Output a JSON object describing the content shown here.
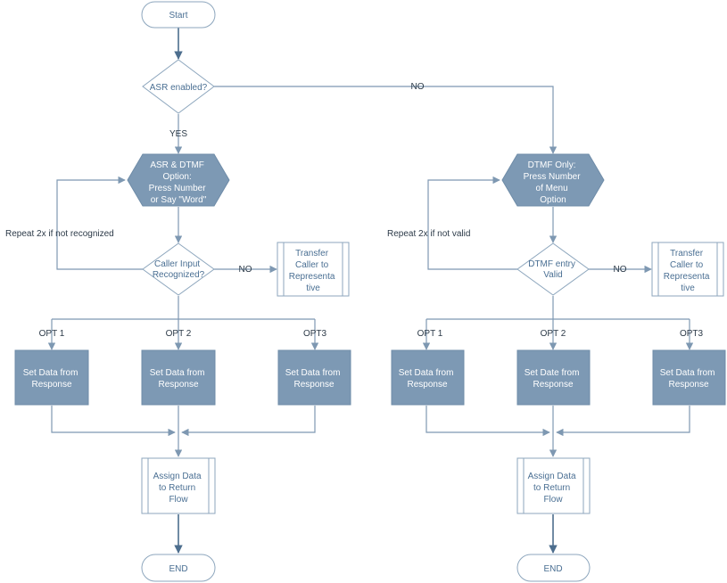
{
  "left_flow": {
    "start": "Start",
    "asr_question": "ASR enabled?",
    "yes_label": "YES",
    "no_label": "NO",
    "prompt": [
      "ASR & DTMF",
      "Option:",
      "Press Number",
      "or Say \"Word\""
    ],
    "repeat_label": "Repeat 2x if not recognized",
    "check": [
      "Caller Input",
      "Recognized?"
    ],
    "check_no_label": "NO",
    "transfer": [
      "Transfer",
      "Caller to",
      "Representa",
      "tive"
    ],
    "options": [
      {
        "label": "OPT 1",
        "box": [
          "Set Data from",
          "Response"
        ]
      },
      {
        "label": "OPT 2",
        "box": [
          "Set Data from",
          "Response"
        ]
      },
      {
        "label": "OPT3",
        "box": [
          "Set Data from",
          "Response"
        ]
      }
    ],
    "assign": [
      "Assign Data",
      "to Return",
      "Flow"
    ],
    "end": "END"
  },
  "right_flow": {
    "prompt": [
      "DTMF Only:",
      "Press Number",
      "of Menu",
      "Option"
    ],
    "repeat_label": "Repeat 2x if not valid",
    "check": [
      "DTMF entry",
      "Valid"
    ],
    "check_no_label": "NO",
    "transfer": [
      "Transfer",
      "Caller to",
      "Representa",
      "tive"
    ],
    "options": [
      {
        "label": "OPT 1",
        "box": [
          "Set Data from",
          "Response"
        ]
      },
      {
        "label": "OPT 2",
        "box": [
          "Set Date from",
          "Response"
        ]
      },
      {
        "label": "OPT3",
        "box": [
          "Set Data from",
          "Response"
        ]
      }
    ],
    "assign": [
      "Assign Data",
      "to Return",
      "Flow"
    ],
    "end": "END"
  },
  "colors": {
    "dark_fill": "#7d99b4",
    "light_stroke": "#8da6bd",
    "connector": "#7e98b2",
    "main_connector": "#4d6e8e",
    "light_text": "#4a6f93"
  }
}
